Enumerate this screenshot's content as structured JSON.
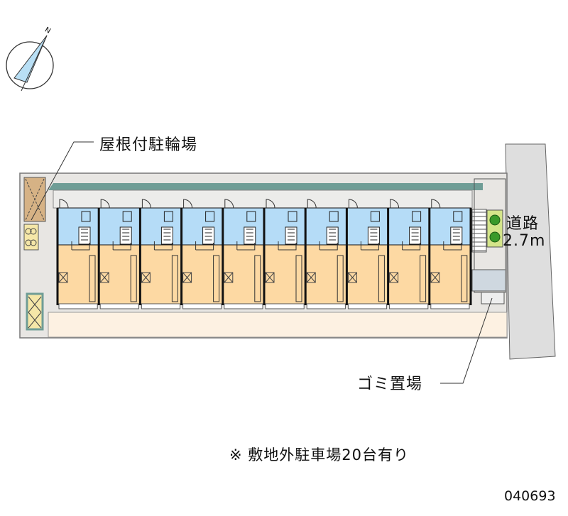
{
  "labels": {
    "bicycle_parking": "屋根付駐輪場",
    "road_name": "道路",
    "road_width": "2.7m",
    "garbage": "ゴミ置場",
    "note": "※ 敷地外駐車場20台有り",
    "property_id": "040693"
  },
  "compass": {
    "north_label": "N"
  },
  "units": {
    "count": 10
  },
  "colors": {
    "room": "#fdd9a3",
    "wet_area": "#b5dcf7",
    "site": "#e8e6e3",
    "road": "#dedede",
    "path": "#fdf1e2",
    "teal": "#6f9d96"
  }
}
